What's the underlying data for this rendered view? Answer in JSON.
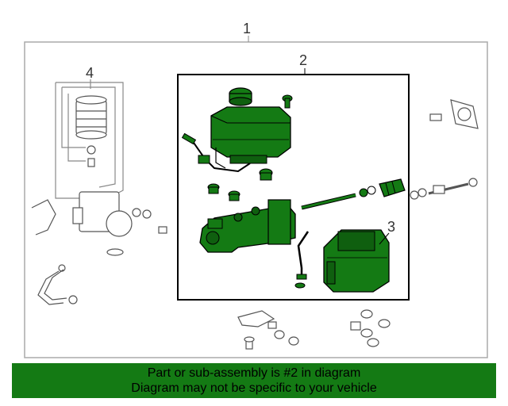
{
  "diagram": {
    "callouts": {
      "c1": "1",
      "c2": "2",
      "c3": "3",
      "c4": "4"
    },
    "colors": {
      "highlight": "#147a14",
      "line": "#888888",
      "frame": "#aaaaaa",
      "box": "#000000"
    },
    "parts": [
      "brake-master-cylinder-assembly",
      "reservoir-tank",
      "reservoir-cap",
      "actuator-pump",
      "accumulator",
      "booster-pump"
    ]
  },
  "banner": {
    "line1": "Part or sub-assembly is #2 in diagram",
    "line2": "Diagram may not be specific to your vehicle"
  }
}
